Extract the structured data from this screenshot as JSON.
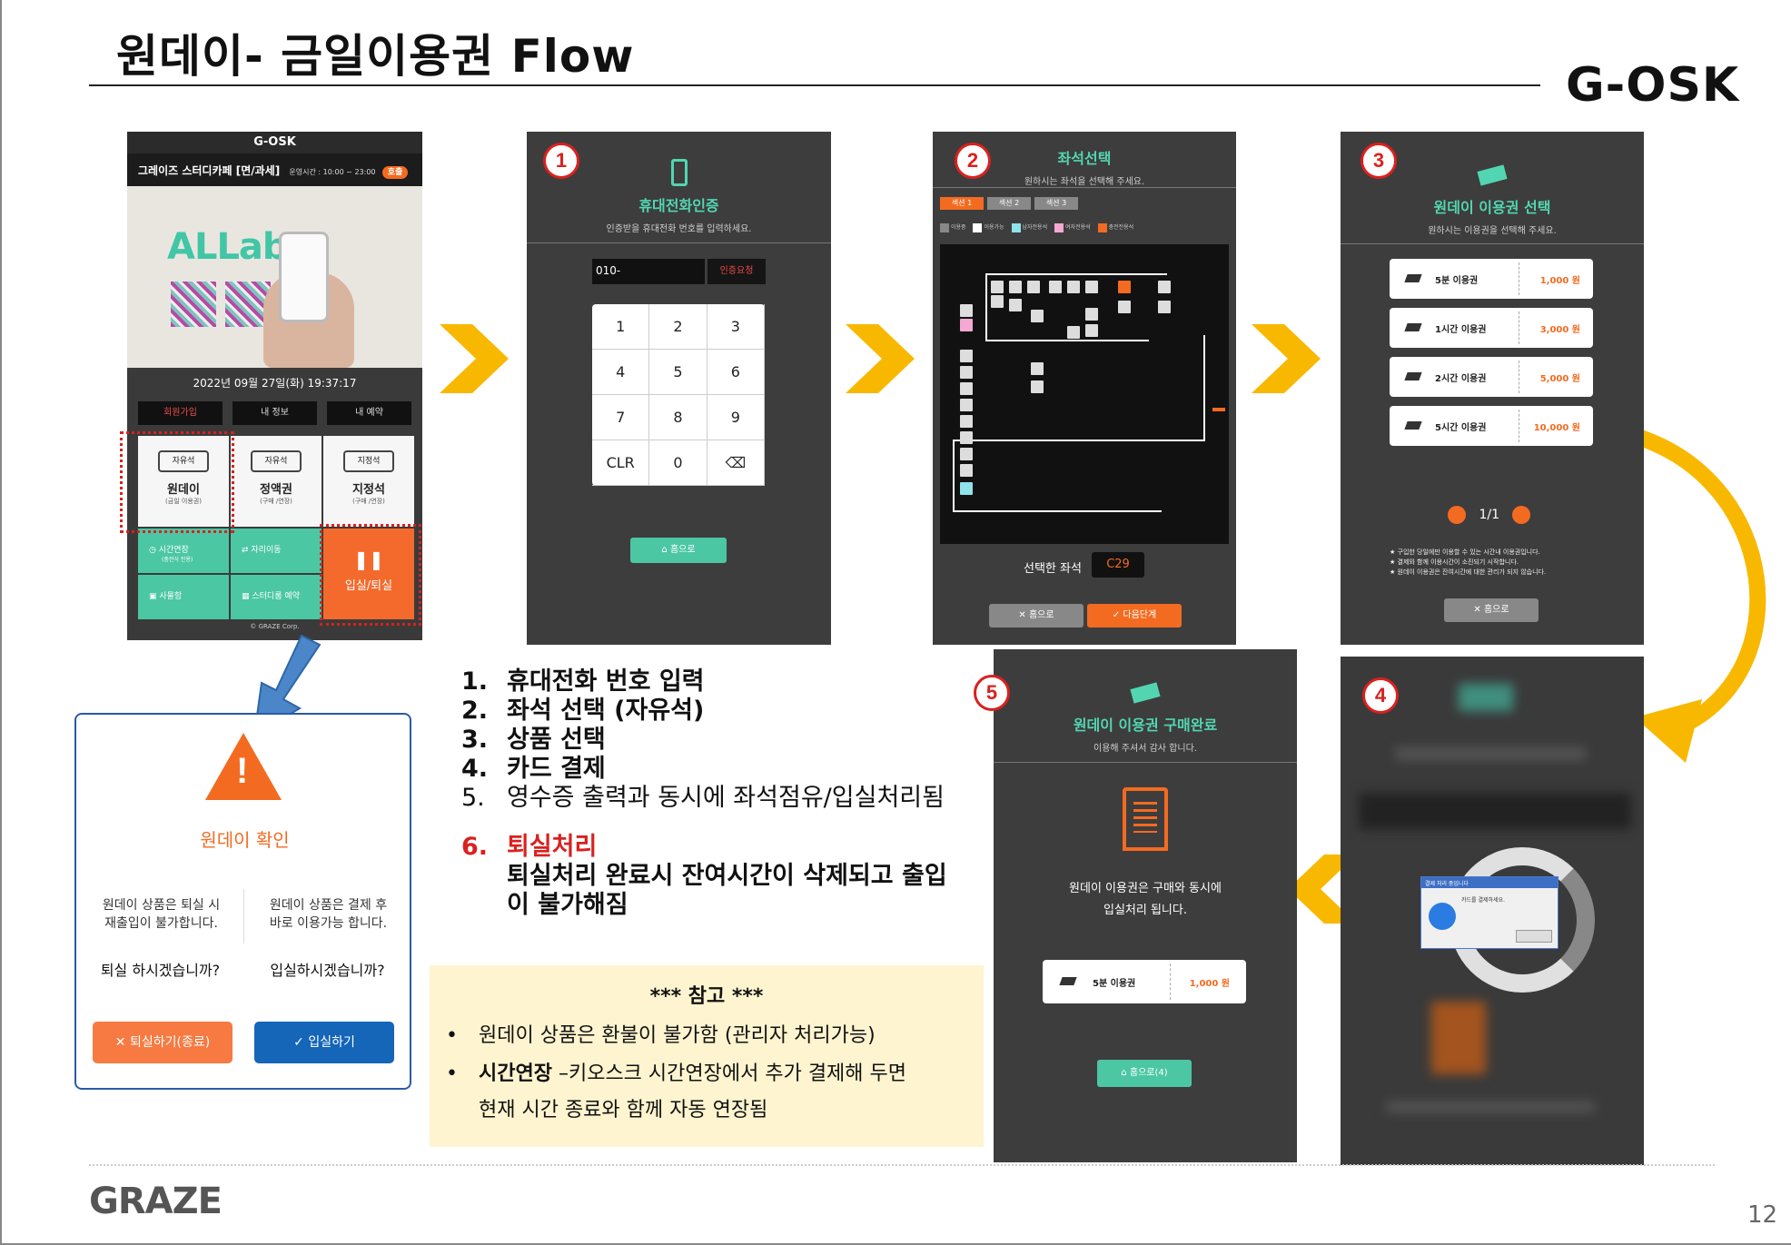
{
  "header": {
    "title": "원데이- 금일이용권 Flow",
    "brand": "G-OSK"
  },
  "main_kiosk": {
    "app_title": "G-OSK",
    "store_name": "그레이즈 스터디카페 [면/과세]",
    "hours": "운영시간 : 10:00 ~ 23:00",
    "call_badge": "호출",
    "ad_logo": "ALLab",
    "datetime": "2022년 09월 27일(화) 19:37:17",
    "top_buttons": [
      "회원가입",
      "내 정보",
      "내 예약"
    ],
    "tiles": [
      {
        "icon_text": "자유석",
        "name": "원데이",
        "sub": "(금일 이용권)"
      },
      {
        "icon_text": "자유석",
        "name": "정액권",
        "sub": "(구매 /연장)"
      },
      {
        "icon_text": "지정석",
        "name": "지정석",
        "sub": "(구매 /연장)"
      }
    ],
    "green_buttons": [
      "시간연장",
      "자리이동",
      "사물함",
      "스터디룸 예약"
    ],
    "green_button_subs": [
      "(충전식 전용)"
    ],
    "enter_exit": "입실/퇴실",
    "copyright": "© GRAZE Corp."
  },
  "screen1": {
    "num": "1",
    "title": "휴대전화인증",
    "subtitle": "인증받을 휴대전화 번호를 입력하세요.",
    "phone_value": "010-",
    "auth_button": "인증요청",
    "keys": [
      "1",
      "2",
      "3",
      "4",
      "5",
      "6",
      "7",
      "8",
      "9",
      "CLR",
      "0",
      "⌫"
    ],
    "home_button": "홈으로"
  },
  "screen2": {
    "num": "2",
    "title": "좌석선택",
    "subtitle": "원하시는 좌석을 선택해 주세요.",
    "tabs": [
      "섹션 1",
      "섹션 2",
      "섹션 3"
    ],
    "legend": [
      "이용중",
      "이용가능",
      "남자전용석",
      "여자전용석",
      "충전전용석"
    ],
    "selected_label": "선택한 좌석",
    "selected_value": "C29",
    "home_button": "홈으로",
    "next_button": "다음단계"
  },
  "screen3": {
    "num": "3",
    "title": "원데이 이용권 선택",
    "subtitle": "원하시는 이용권을 선택해 주세요.",
    "products": [
      {
        "name": "5분 이용권",
        "price": "1,000 원"
      },
      {
        "name": "1시간 이용권",
        "price": "3,000 원"
      },
      {
        "name": "2시간 이용권",
        "price": "5,000 원"
      },
      {
        "name": "5시간 이용권",
        "price": "10,000 원"
      }
    ],
    "page": "1/1",
    "notes": [
      "★ 구입한 당일에만 이용할 수 있는 시간내 이용권입니다.",
      "★ 결제와 함께 이용시간이 소진되기 시작합니다.",
      "★ 원데이 이용권은 잔여시간에 대한 관리가 되지 않습니다."
    ],
    "home_button": "홈으로"
  },
  "screen4": {
    "num": "4",
    "dialog_title": "결제 처리 중입니다",
    "dialog_text": "카드를 결제하세요."
  },
  "screen5": {
    "num": "5",
    "title": "원데이 이용권 구매완료",
    "subtitle": "이용해 주셔서 감사 합니다.",
    "line1": "원데이 이용권은 구매와 동시에",
    "line2": "입실처리 됩니다.",
    "product_name": "5분 이용권",
    "product_price": "1,000 원",
    "home_button": "홈으로(4)"
  },
  "popup": {
    "title": "원데이 확인",
    "left_text_1": "원데이 상품은 퇴실 시",
    "left_text_2": "재출입이 불가합니다.",
    "right_text_1": "원데이 상품은 결제 후",
    "right_text_2": "바로 이용가능 합니다.",
    "left_question": "퇴실 하시겠습니까?",
    "right_question": "입실하시겠습니까?",
    "exit_button": "퇴실하기(종료)",
    "enter_button": "입실하기"
  },
  "steps": [
    {
      "n": "1.",
      "text": "휴대전화 번호 입력"
    },
    {
      "n": "2.",
      "text": "좌석 선택  (자유석)"
    },
    {
      "n": "3.",
      "text": "상품 선택"
    },
    {
      "n": "4.",
      "text": "카드 결제"
    },
    {
      "n": "5.",
      "text": "영수증 출력과 동시에  좌석점유/입실처리됨"
    }
  ],
  "step6": {
    "n": "6.",
    "title": "퇴실처리",
    "desc_1": "퇴실처리 완료시 잔여시간이 삭제되고 출입",
    "desc_2": "이 불가해짐"
  },
  "note": {
    "title": "*** 참고 ***",
    "line1": "원데이 상품은 환불이 불가함 (관리자 처리가능)",
    "line2_bold": "시간연장",
    "line2_rest": " –키오스크 시간연장에서 추가 결제해 두면",
    "line3": "현재 시간 종료와 함께 자동 연장됨"
  },
  "footer": {
    "logo": "GRAZE",
    "page": "12"
  },
  "colors": {
    "accent_green": "#4cc7a3",
    "accent_orange": "#f36b21",
    "arrow_yellow": "#f8b800",
    "mark_red": "#d9211f"
  }
}
